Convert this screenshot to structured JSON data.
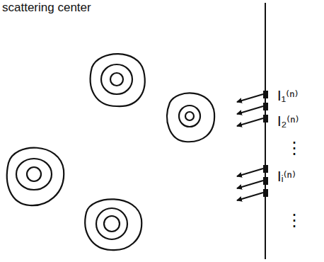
{
  "diagram": {
    "labels": [
      "scattering center",
      "I₁⁽ⁿ⁾",
      "I₂⁽ⁿ⁾",
      "⋮",
      "Iᵢ⁽ⁿ⁾",
      "⋮"
    ]
  }
}
